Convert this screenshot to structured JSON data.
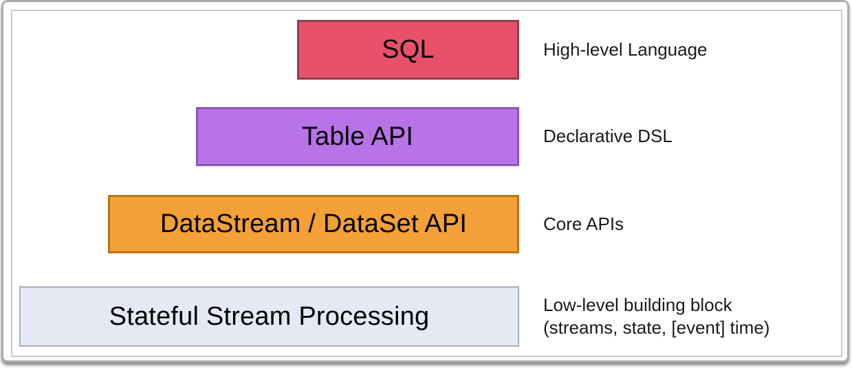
{
  "diagram": {
    "background": "#FFFFFF",
    "frame_border_color": "#ABABAB",
    "slide_border_color": "#C9C9C9",
    "text_color": "#000000",
    "layers": [
      {
        "label": "SQL",
        "annotation": "High-level Language",
        "fill": "#E8516B",
        "border_color": "#8E3E52"
      },
      {
        "label": "Table API",
        "annotation": "Declarative DSL",
        "fill": "#B873E8",
        "border_color": "#8D56B5"
      },
      {
        "label": "DataStream / DataSet API",
        "annotation": "Core APIs",
        "fill": "#F2A037",
        "border_color": "#B57512"
      },
      {
        "label": "Stateful Stream Processing",
        "annotation_line1": "Low-level building block",
        "annotation_line2": "(streams, state, [event] time)",
        "fill": "#E4E9F3",
        "border_color": "#A9AEB6"
      }
    ]
  }
}
